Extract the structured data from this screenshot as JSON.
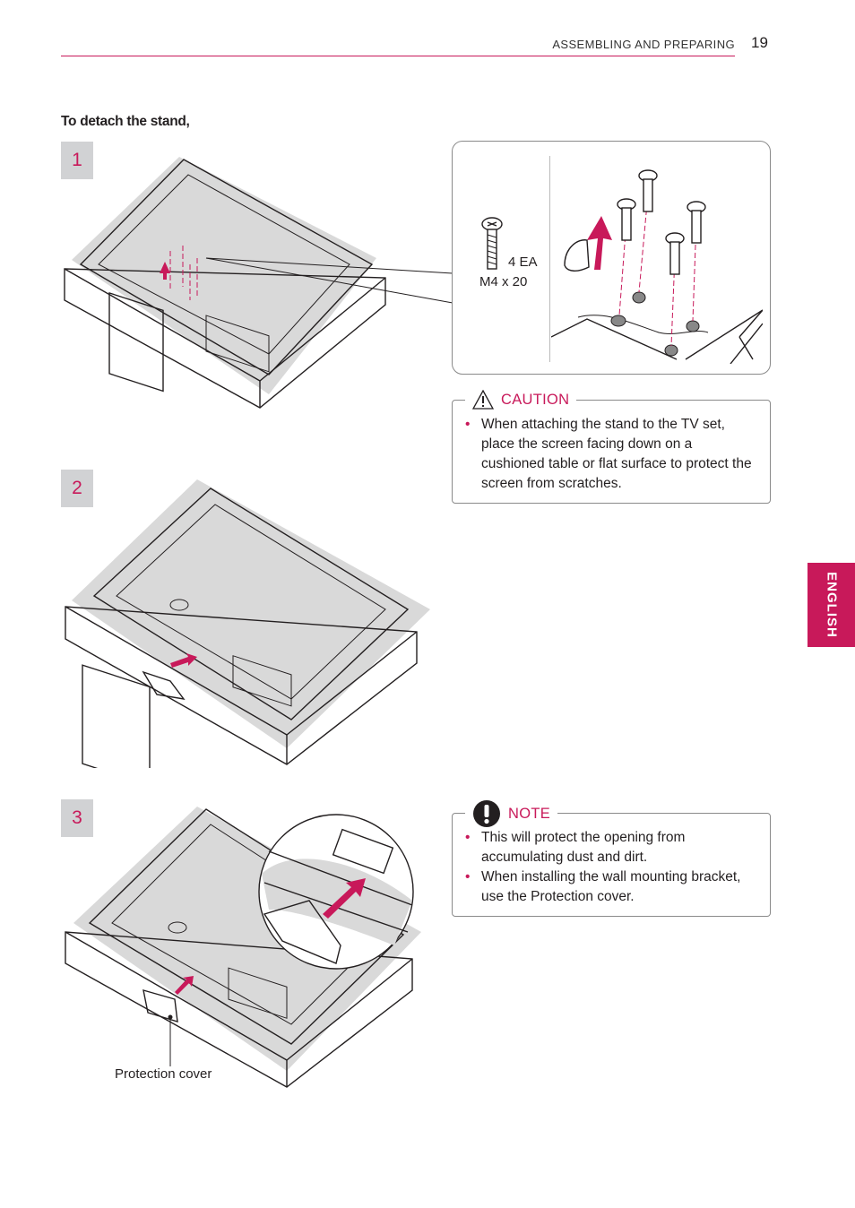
{
  "header": {
    "section_title": "ASSEMBLING AND PREPARING",
    "page_number": "19"
  },
  "intro": "To detach the stand,",
  "steps": [
    {
      "number": "1"
    },
    {
      "number": "2"
    },
    {
      "number": "3"
    }
  ],
  "screw_detail": {
    "quantity": "4 EA",
    "size": "M4 x 20"
  },
  "caution": {
    "title": "CAUTION",
    "items": [
      "When attaching the stand to the TV set, place the screen facing down on a cushioned table or flat surface to protect the screen from scratches."
    ]
  },
  "note": {
    "title": "NOTE",
    "items": [
      "This will protect the opening from accumulating dust and dirt.",
      "When installing the wall mounting bracket, use the Protection cover."
    ]
  },
  "step3_label": "Protection cover",
  "side_tab": "ENGLISH",
  "colors": {
    "accent": "#c8195a",
    "badge_bg": "#d1d2d4",
    "border": "#8a8a8a"
  },
  "icons": {
    "caution": "warning-triangle-icon",
    "note": "exclamation-circle-icon"
  }
}
